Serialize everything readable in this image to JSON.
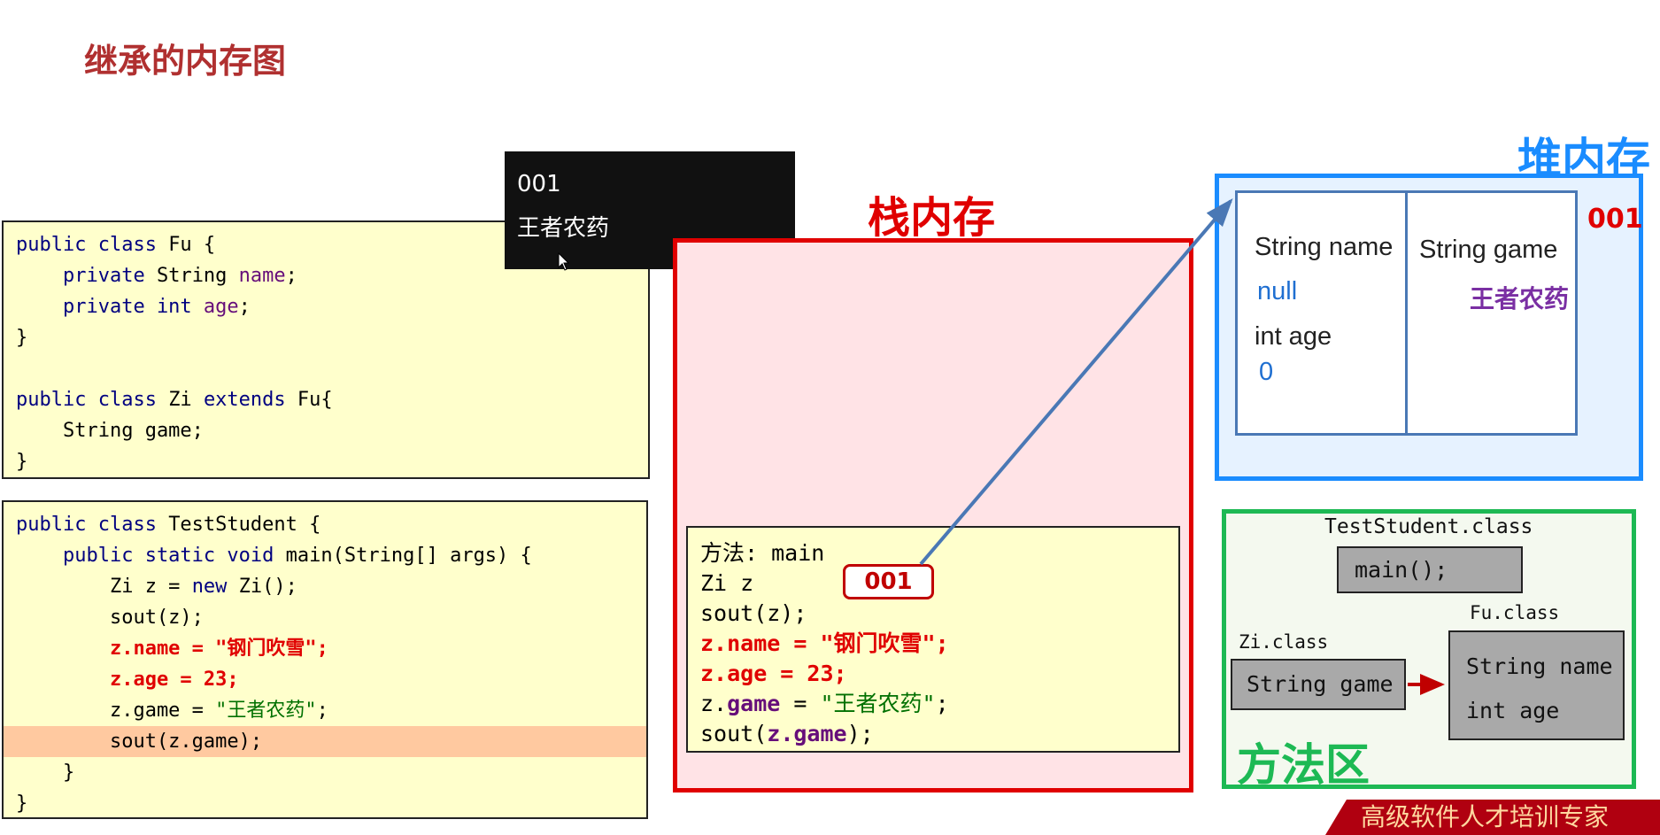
{
  "title": "继承的内存图",
  "code_fu": [
    [
      [
        "public class ",
        "kw"
      ],
      [
        "Fu {",
        ""
      ]
    ],
    [
      [
        "    private ",
        "kw"
      ],
      [
        "String ",
        ""
      ],
      [
        "name",
        "fld"
      ],
      [
        ";",
        ""
      ]
    ],
    [
      [
        "    private int ",
        "kw"
      ],
      [
        "age",
        "fld"
      ],
      [
        ";",
        ""
      ]
    ],
    [
      [
        "}",
        ""
      ]
    ],
    [
      [
        "",
        ""
      ]
    ],
    [
      [
        "public class ",
        "kw"
      ],
      [
        "Zi ",
        ""
      ],
      [
        "extends ",
        "kw"
      ],
      [
        "Fu{",
        ""
      ]
    ],
    [
      [
        "    String game;",
        ""
      ]
    ],
    [
      [
        "}",
        ""
      ]
    ]
  ],
  "code_test": [
    [
      [
        "public class ",
        "kw"
      ],
      [
        "TestStudent {",
        ""
      ]
    ],
    [
      [
        "    public static void ",
        "kw"
      ],
      [
        "main(String[] args) {",
        ""
      ]
    ],
    [
      [
        "        Zi z = ",
        ""
      ],
      [
        "new ",
        "kw"
      ],
      [
        "Zi();",
        ""
      ]
    ],
    [
      [
        "        sout(z);",
        ""
      ]
    ],
    [
      [
        "        z.name = \"钢门吹雪\";",
        "red"
      ]
    ],
    [
      [
        "        z.age = 23;",
        "red"
      ]
    ],
    [
      [
        "        z.game = ",
        ""
      ],
      [
        "\"王者农药\"",
        "grn"
      ],
      [
        ";",
        ""
      ]
    ],
    [
      [
        "        sout(z.game);",
        ""
      ]
    ],
    [
      [
        "    }",
        ""
      ]
    ],
    [
      [
        "}",
        ""
      ]
    ]
  ],
  "highlight_line_index": 7,
  "tooltip": {
    "line1": "001",
    "line2": "王者农药"
  },
  "stack": {
    "title": "栈内存",
    "frame_lines": [
      [
        [
          "方法: main",
          ""
        ]
      ],
      [
        [
          "Zi z",
          ""
        ]
      ],
      [
        [
          "sout(z);",
          ""
        ]
      ],
      [
        [
          "z.name = \"钢门吹雪\";",
          "red"
        ]
      ],
      [
        [
          "z.age = 23;",
          "red"
        ]
      ],
      [
        [
          "z.",
          ""
        ],
        [
          "game",
          "fldb"
        ],
        [
          " = ",
          ""
        ],
        [
          "\"王者农药\"",
          "grn"
        ],
        [
          ";",
          ""
        ]
      ],
      [
        [
          "sout(",
          ""
        ],
        [
          "z.game",
          "fldb"
        ],
        [
          ");",
          ""
        ]
      ]
    ],
    "ref_badge": "001"
  },
  "heap": {
    "title": "堆内存",
    "address": "001",
    "parent_fields": {
      "name_label": "String name",
      "name_value": "null",
      "age_label": "int age",
      "age_value": "0"
    },
    "child_fields": {
      "game_label": "String game",
      "game_value": "王者农药"
    }
  },
  "method_area": {
    "title": "方法区",
    "test_class_label": "TestStudent.class",
    "test_class_method": "main();",
    "fu_class_label": "Fu.class",
    "fu_fields": [
      "String name",
      "int age"
    ],
    "zi_class_label": "Zi.class",
    "zi_fields": [
      "String game"
    ]
  },
  "footer": "高级软件人才培训专家",
  "colors": {
    "stack": "#e00000",
    "heap": "#1a8cff",
    "method_area": "#1db954",
    "arrow": "#4a78b5"
  }
}
